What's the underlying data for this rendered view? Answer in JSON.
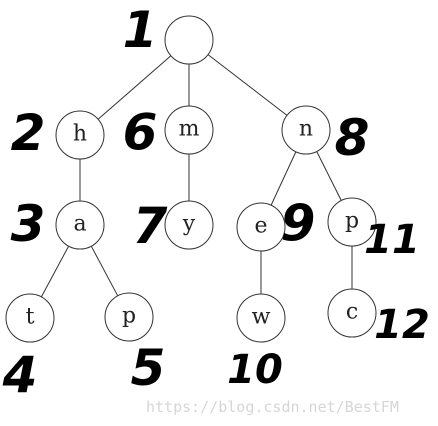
{
  "tree": {
    "nodes": [
      {
        "id": "root",
        "label": ""
      },
      {
        "id": "h",
        "label": "h"
      },
      {
        "id": "m",
        "label": "m"
      },
      {
        "id": "n",
        "label": "n"
      },
      {
        "id": "a",
        "label": "a"
      },
      {
        "id": "y",
        "label": "y"
      },
      {
        "id": "e",
        "label": "e"
      },
      {
        "id": "p2",
        "label": "p"
      },
      {
        "id": "t",
        "label": "t"
      },
      {
        "id": "p1",
        "label": "p"
      },
      {
        "id": "w",
        "label": "w"
      },
      {
        "id": "c",
        "label": "c"
      }
    ],
    "edges": [
      [
        "root",
        "h"
      ],
      [
        "root",
        "m"
      ],
      [
        "root",
        "n"
      ],
      [
        "h",
        "a"
      ],
      [
        "m",
        "y"
      ],
      [
        "n",
        "e"
      ],
      [
        "n",
        "p2"
      ],
      [
        "a",
        "t"
      ],
      [
        "a",
        "p1"
      ],
      [
        "e",
        "w"
      ],
      [
        "p2",
        "c"
      ]
    ]
  },
  "annotations": [
    "1",
    "2",
    "6",
    "8",
    "3",
    "7",
    "9",
    "11",
    "4",
    "5",
    "10",
    "12"
  ],
  "watermark": "https://blog.csdn.net/BestFM"
}
